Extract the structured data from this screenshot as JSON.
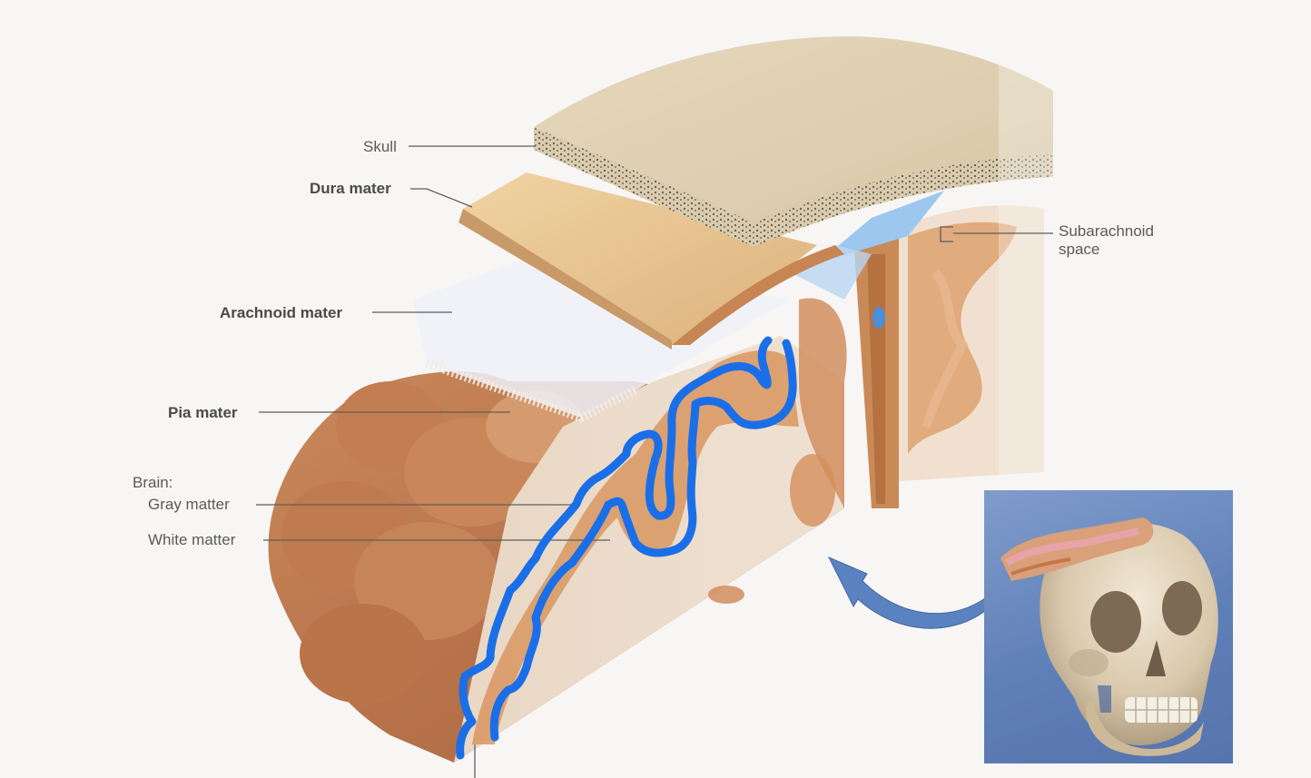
{
  "figure": {
    "subject": "Meninges of the brain (cross-section through skull and cerebrum)",
    "labels": {
      "skull": "Skull",
      "dura_mater": "Dura mater",
      "arachnoid_mater": "Arachnoid mater",
      "pia_mater": "Pia mater",
      "brain_heading": "Brain:",
      "gray_matter": "Gray matter",
      "white_matter": "White matter",
      "subarachnoid_space_line1": "Subarachnoid",
      "subarachnoid_space_line2": "space"
    },
    "inset": {
      "description": "Skull with cut-away section showing location of enlarged view",
      "background_color": "#5f7fb8"
    },
    "arrow": {
      "description": "Curved arrow pointing from inset skull to enlarged section",
      "color": "#5a82c0"
    },
    "annotation": {
      "description": "Hand-drawn blue outline tracing the gray matter band",
      "color": "#1a6fe8"
    }
  }
}
